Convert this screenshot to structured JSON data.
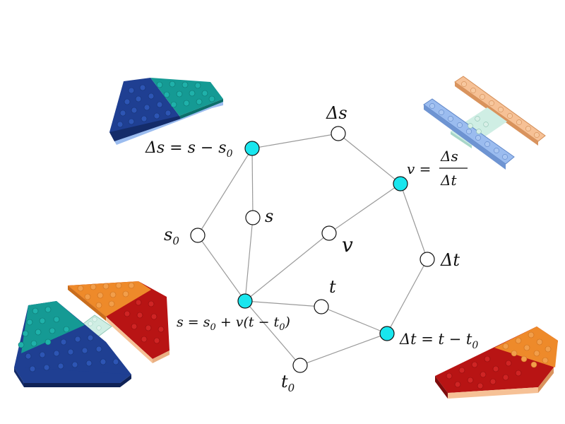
{
  "colors": {
    "edge": "#9a9a9a",
    "node_open": "#ffffff",
    "node_filled": "#19e6ee",
    "node_stroke": "#111111",
    "brick_navy": "#1f3f92",
    "brick_teal": "#159a94",
    "brick_orange": "#ee8a2a",
    "brick_red": "#b81414",
    "brick_light_blue": "#9bbcef",
    "brick_light_orange": "#f6c196",
    "brick_mint": "#cfeee4"
  },
  "labels": {
    "delta_s": "Δs",
    "delta_s_def": "Δs = s − s",
    "delta_s_def_sub": "0",
    "s": "s",
    "s0": "s",
    "s0_sub": "0",
    "v": "v",
    "v_def_lhs": "v =",
    "v_def_num": "Δs",
    "v_def_den": "Δt",
    "delta_t": "Δt",
    "t": "t",
    "t0": "t",
    "t0_sub": "0",
    "s_eq_p1": "s = s",
    "s_eq_sub1": "0",
    "s_eq_p2": " + v(t − t",
    "s_eq_sub2": "0",
    "s_eq_p3": ")",
    "dt_def_p1": "Δt = t − t",
    "dt_def_sub": "0"
  },
  "icons": {
    "brick_top_left": "lego-wedge-plate-navy-teal-icon",
    "brick_top_right": "lego-plates-blue-orange-icon",
    "brick_bottom_left": "lego-wedge-plates-four-color-icon",
    "brick_bottom_right": "lego-wedge-plate-red-orange-icon"
  }
}
